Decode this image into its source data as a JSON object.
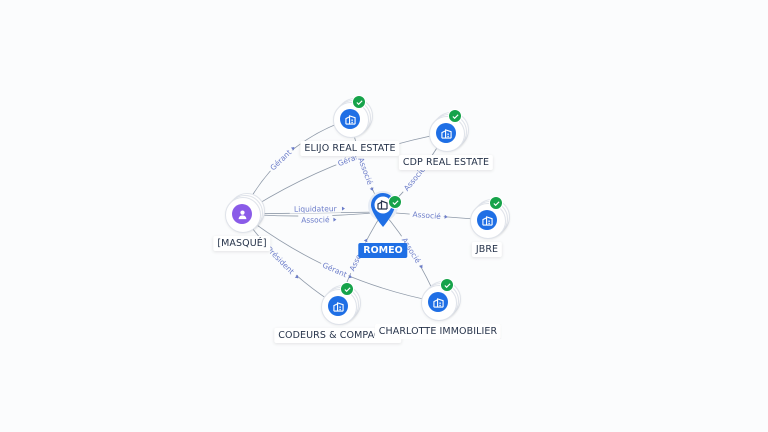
{
  "colors": {
    "company": "#1f6fe5",
    "person": "#8a5be8",
    "verified": "#16a34a",
    "edge": "#8e99a8",
    "edge_label": "#6b7cc9"
  },
  "center": {
    "name": "ROMEO",
    "icon": "building-icon",
    "verified": true
  },
  "nodes": [
    {
      "id": "elijo",
      "label": "ELIJO REAL ESTATE",
      "type": "company",
      "icon": "building-icon",
      "verified": true
    },
    {
      "id": "cdp",
      "label": "CDP REAL ESTATE",
      "type": "company",
      "icon": "building-icon",
      "verified": true
    },
    {
      "id": "masque",
      "label": "[MASQUÉ]",
      "type": "person",
      "icon": "person-icon",
      "verified": false
    },
    {
      "id": "jbre",
      "label": "JBRE",
      "type": "company",
      "icon": "building-icon",
      "verified": true
    },
    {
      "id": "codeurs",
      "label": "CODEURS & COMPAGNIE",
      "type": "company",
      "icon": "building-icon",
      "verified": true
    },
    {
      "id": "charlotte",
      "label": "CHARLOTTE IMMOBILIER",
      "type": "company",
      "icon": "building-icon",
      "verified": true
    }
  ],
  "edges": [
    {
      "from": "masque",
      "to": "elijo",
      "label": "Gérant"
    },
    {
      "from": "masque",
      "to": "cdp",
      "label": "Gérant"
    },
    {
      "from": "masque",
      "to": "romeo",
      "label": "Liquidateur"
    },
    {
      "from": "masque",
      "to": "romeo",
      "label": "Associé"
    },
    {
      "from": "masque",
      "to": "codeurs",
      "label": "Président"
    },
    {
      "from": "masque",
      "to": "charlotte",
      "label": "Gérant"
    },
    {
      "from": "elijo",
      "to": "romeo",
      "label": "Associé"
    },
    {
      "from": "cdp",
      "to": "romeo",
      "label": "Associé"
    },
    {
      "from": "jbre",
      "to": "romeo",
      "label": "Associé"
    },
    {
      "from": "codeurs",
      "to": "romeo",
      "label": "Associé"
    },
    {
      "from": "charlotte",
      "to": "romeo",
      "label": "Associé"
    }
  ]
}
